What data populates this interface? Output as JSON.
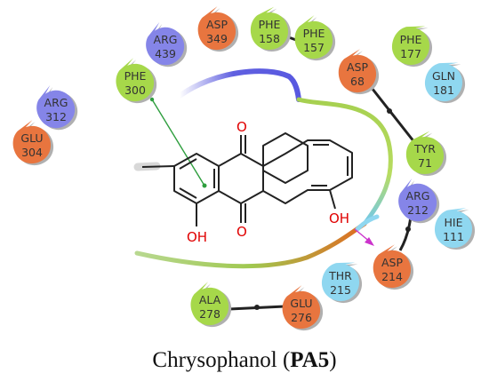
{
  "residues": [
    {
      "id": "arg439",
      "name": "ARG",
      "num": "439",
      "type": "positive"
    },
    {
      "id": "asp349",
      "name": "ASP",
      "num": "349",
      "type": "negative"
    },
    {
      "id": "phe158",
      "name": "PHE",
      "num": "158",
      "type": "hydrophobic"
    },
    {
      "id": "phe157",
      "name": "PHE",
      "num": "157",
      "type": "hydrophobic"
    },
    {
      "id": "phe177",
      "name": "PHE",
      "num": "177",
      "type": "hydrophobic"
    },
    {
      "id": "gln181",
      "name": "GLN",
      "num": "181",
      "type": "polar"
    },
    {
      "id": "phe300",
      "name": "PHE",
      "num": "300",
      "type": "hydrophobic"
    },
    {
      "id": "asp68",
      "name": "ASP",
      "num": "68",
      "type": "negative"
    },
    {
      "id": "arg312",
      "name": "ARG",
      "num": "312",
      "type": "positive"
    },
    {
      "id": "glu304",
      "name": "GLU",
      "num": "304",
      "type": "negative"
    },
    {
      "id": "tyr71",
      "name": "TYR",
      "num": "71",
      "type": "hydrophobic"
    },
    {
      "id": "arg212",
      "name": "ARG",
      "num": "212",
      "type": "positive"
    },
    {
      "id": "hie111",
      "name": "HIE",
      "num": "111",
      "type": "polar"
    },
    {
      "id": "asp214",
      "name": "ASP",
      "num": "214",
      "type": "negative"
    },
    {
      "id": "thr215",
      "name": "THR",
      "num": "215",
      "type": "polar"
    },
    {
      "id": "ala278",
      "name": "ALA",
      "num": "278",
      "type": "hydrophobic"
    },
    {
      "id": "glu276",
      "name": "GLU",
      "num": "276",
      "type": "negative"
    }
  ],
  "colors": {
    "hydrophobic": "#a6d84a",
    "negative": "#e8753f",
    "positive": "#8585e8",
    "polar": "#8fd7f0",
    "bond": "#222222",
    "oxygen": "#e00000",
    "pi_pi": "#2e9e3e",
    "h_bond": "#cc33cc"
  },
  "molecule": {
    "atoms": {
      "o_top": "O",
      "o_bottom": "O",
      "oh_right": "OH",
      "oh_left": "OH"
    }
  },
  "caption": {
    "name": "Chrysophanol",
    "code": "PA5"
  }
}
